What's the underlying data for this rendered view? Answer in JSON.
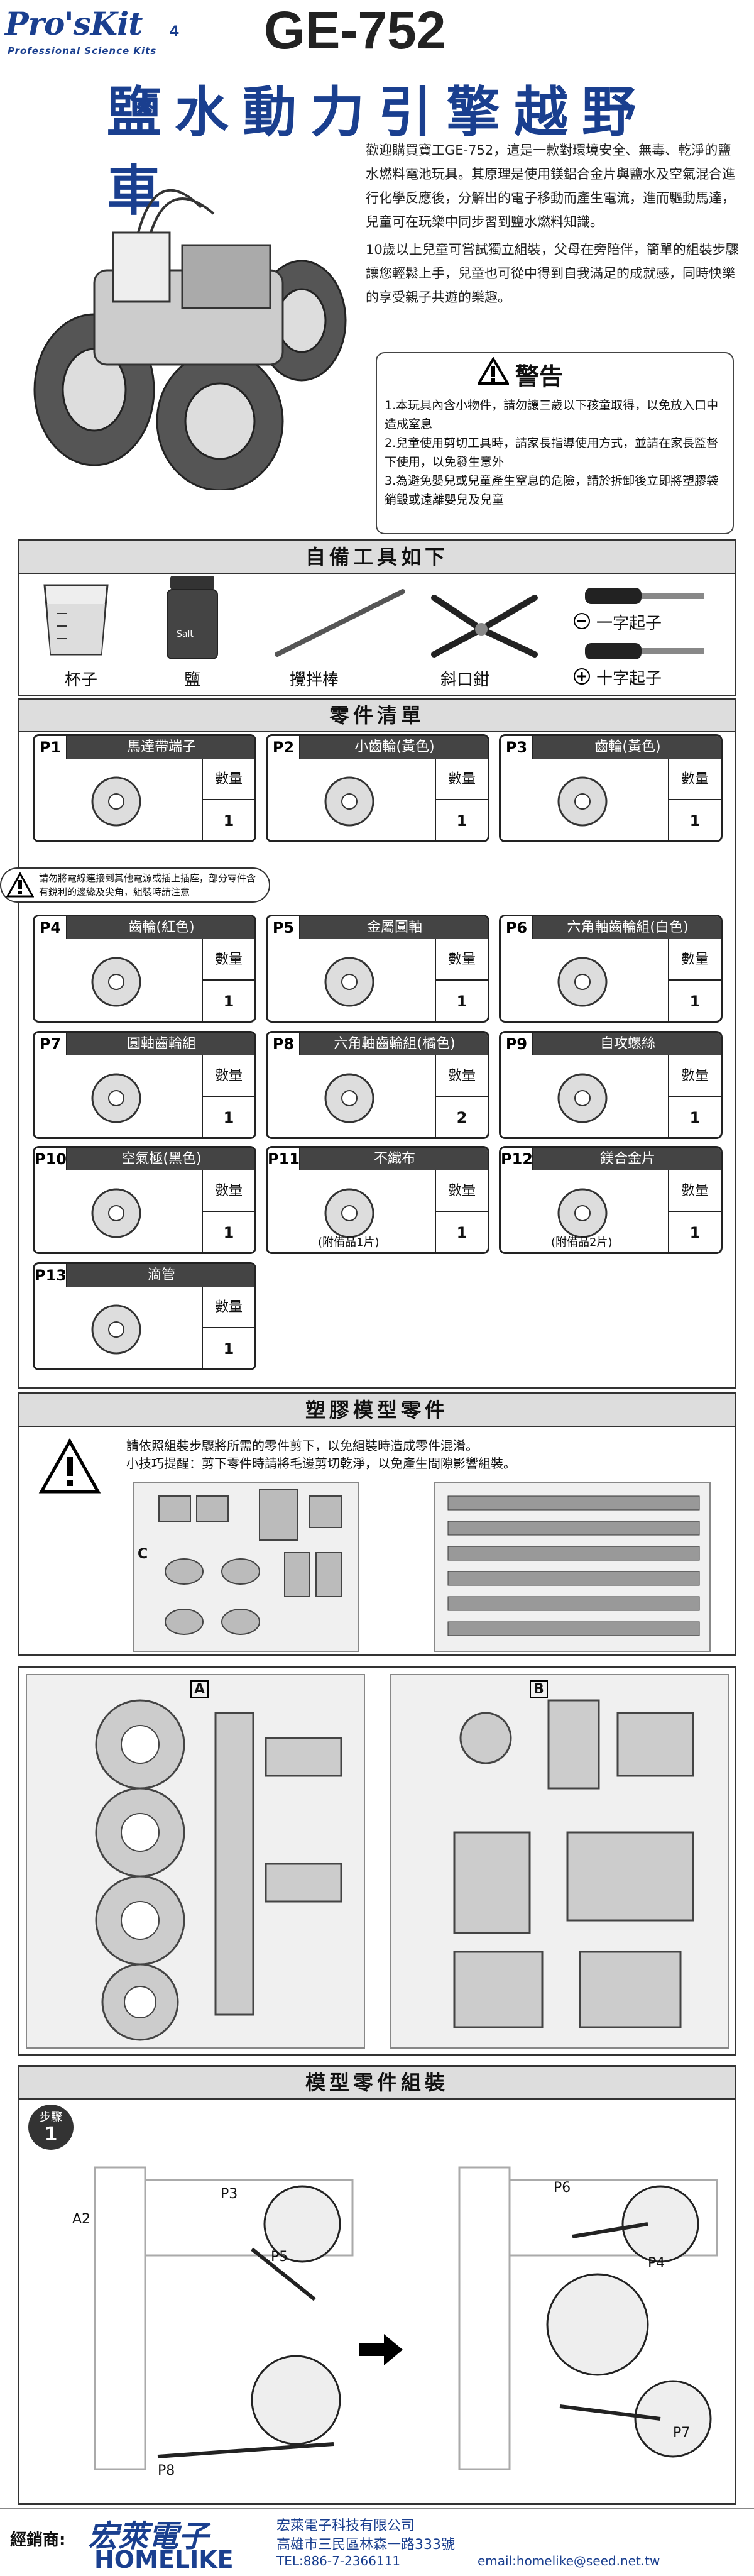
{
  "header": {
    "brand": "Pro'sKit",
    "brand_num": "4",
    "brand_sub": "Professional Science Kits",
    "model": "GE-752",
    "title": "鹽水動力引擎越野車"
  },
  "intro": {
    "p1": "歡迎購買寶工GE-752，這是一款對環境安全、無毒、乾淨的鹽水燃料電池玩具。其原理是使用鎂鋁合金片與鹽水及空氣混合進行化學反應後，分解出的電子移動而產生電流，進而驅動馬達，兒童可在玩樂中同步習到鹽水燃料知識。",
    "p2": "10歲以上兒童可嘗試獨立組裝，父母在旁陪伴，簡單的組裝步驟讓您輕鬆上手，兒童也可從中得到自我滿足的成就感，同時快樂的享受親子共遊的樂趣。"
  },
  "warning": {
    "title": "警告",
    "items": [
      "1.本玩具內含小物件，請勿讓三歲以下孩童取得，以免放入口中造成窒息",
      "2.兒童使用剪切工具時，請家長指導使用方式，並請在家長監督下使用，以免發生意外",
      "3.為避免嬰兒或兒童產生窒息的危險，請於拆卸後立即將塑膠袋銷毀或遠離嬰兒及兒童"
    ]
  },
  "tools": {
    "title": "自備工具如下",
    "cup": "杯子",
    "salt": "鹽",
    "salt_label": "Salt",
    "stick": "攪拌棒",
    "pliers": "斜口鉗",
    "flat": "一字起子",
    "cross": "十字起子"
  },
  "parts": {
    "title": "零件清單",
    "qty_label": "數量",
    "caution": "請勿將電線連接到其他電源或插上插座，部分零件含有銳利的邊緣及尖角，組裝時請注意",
    "items": [
      {
        "id": "P1",
        "name": "馬達帶端子",
        "qty": "1"
      },
      {
        "id": "P2",
        "name": "小齒輪(黃色)",
        "qty": "1"
      },
      {
        "id": "P3",
        "name": "齒輪(黃色)",
        "qty": "1"
      },
      {
        "id": "P4",
        "name": "齒輪(紅色)",
        "qty": "1"
      },
      {
        "id": "P5",
        "name": "金屬圓軸",
        "qty": "1"
      },
      {
        "id": "P6",
        "name": "六角軸齒輪組(白色)",
        "qty": "1"
      },
      {
        "id": "P7",
        "name": "圓軸齒輪組",
        "qty": "1"
      },
      {
        "id": "P8",
        "name": "六角軸齒輪組(橘色)",
        "qty": "2"
      },
      {
        "id": "P9",
        "name": "自攻螺絲",
        "qty": "1"
      },
      {
        "id": "P10",
        "name": "空氣極(黑色)",
        "qty": "1"
      },
      {
        "id": "P11",
        "name": "不織布",
        "qty": "1",
        "note": "(附備品1片)"
      },
      {
        "id": "P12",
        "name": "鎂合金片",
        "qty": "1",
        "note": "(附備品2片)"
      },
      {
        "id": "P13",
        "name": "滴管",
        "qty": "1"
      }
    ]
  },
  "plastic": {
    "title": "塑膠模型零件",
    "note1": "請依照組裝步驟將所需的零件剪下，以免組裝時造成零件混淆。",
    "note2": "小技巧提醒：剪下零件時請將毛邊剪切乾淨，以免產生間隙影響組裝。",
    "label_c": "C",
    "label_a": "A",
    "label_b": "B"
  },
  "assembly": {
    "title": "模型零件組裝",
    "step_word": "步驟",
    "step_num": "1",
    "labels": {
      "a2": "A2",
      "p3": "P3",
      "p5": "P5",
      "p6": "P6",
      "p4": "P4",
      "p7": "P7",
      "p8": "P8"
    }
  },
  "footer": {
    "dealer": "經銷商:",
    "brand_cn": "宏萊電子",
    "brand_en": "HOMELIKE",
    "company": "宏萊電子科技有限公司",
    "address": "高雄市三民區林森一路333號",
    "tel": "TEL:886-7-2366111",
    "email": "email:homelike@seed.net.tw"
  },
  "colors": {
    "brand_blue": "#1a3f8f"
  }
}
